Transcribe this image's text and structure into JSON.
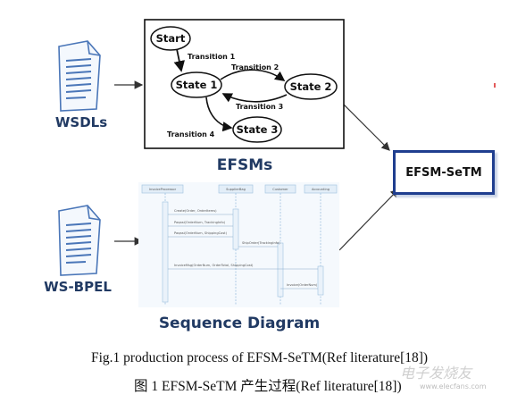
{
  "inputs": {
    "wsdl_label": "WSDLs",
    "bpel_label": "WS-BPEL"
  },
  "efsm": {
    "title": "EFSMs",
    "states": {
      "start": "Start",
      "s1": "State 1",
      "s2": "State 2",
      "s3": "State 3"
    },
    "transitions": {
      "t1": "Transition 1",
      "t2": "Transition 2",
      "t3": "Transition 3",
      "t4": "Transition 4"
    }
  },
  "sequence": {
    "title": "Sequence Diagram",
    "lifelines": [
      "InvoiceProcessor",
      "SupplierBag",
      "Customer",
      "Accounting"
    ],
    "messages": [
      "Create(Order, OrderItems)",
      "Paqasi(OrderNum, TrackingInfo)",
      "Paqasi(OrderNum, ShippingCost)",
      "ShipOrder(TrackingInfo)",
      "InvoiceMsg(OrderNum, OrderTotal, ShippingCost)",
      "Invoice(OrderNum)"
    ]
  },
  "output": {
    "label": "EFSM-SeTM"
  },
  "captions": {
    "en": "Fig.1  production process of EFSM-SeTM(Ref literature[18])",
    "zh": "图 1  EFSM-SeTM 产生过程(Ref literature[18])"
  },
  "watermark": {
    "cn": "电子发烧友",
    "url": "www.elecfans.com"
  },
  "colors": {
    "label_navy": "#213a63",
    "doc_blue": "#4a76b8",
    "output_border": "#1f3e8f",
    "lifeline_blue": "#9ec1df"
  },
  "icons": [
    "document-icon",
    "document-icon",
    "arrow-right-icon",
    "arrow-right-icon"
  ]
}
